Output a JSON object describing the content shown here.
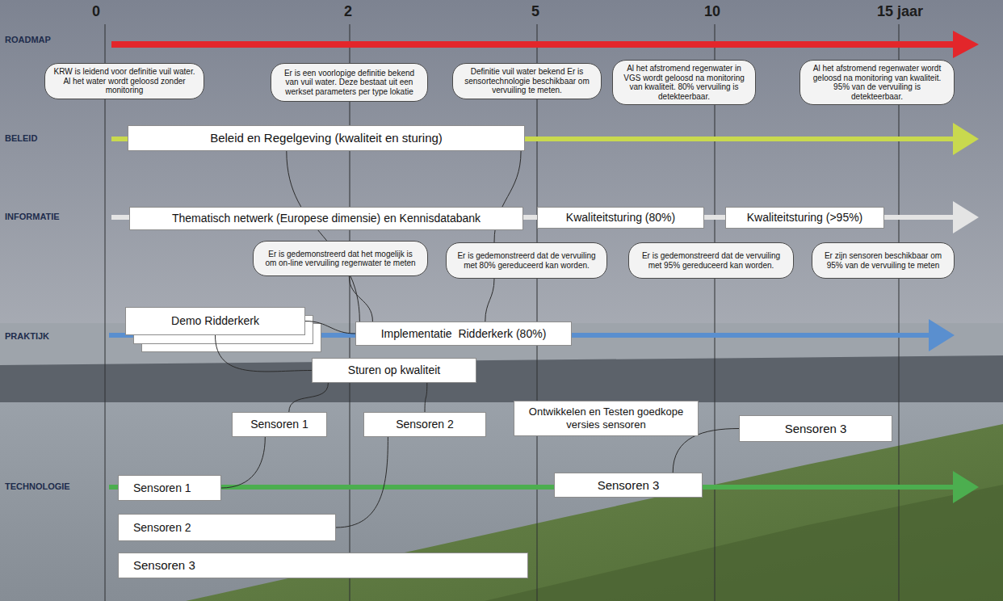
{
  "diagram": {
    "nodes": [
      {
        "text": [
          "KRW is leidend voor definitie vuil water. Al het water wordt geloosd zonder monitoring"
        ]
      },
      {
        "text": [
          "Er is een voorlopige definitie bekend van vuil water. Deze bestaat uit een werkset parameters per type lokatie"
        ]
      },
      {
        "text": [
          "Definitie vuil water bekend Er is sensortechnologie beschikbaar om vervuiling te meten."
        ]
      },
      {
        "text": [
          "Al het afstromend regenwater in VGS wordt geloosd na monitoring van kwaliteit. 80% vervuiling is detekteerbaar."
        ]
      },
      {
        "text": [
          "Al het afstromend regenwater wordt geloosd na monitoring van kwaliteit. 95% van de vervuiling is detekteerbaar."
        ]
      },
      {
        "text": [
          "Beleid en Regelgeving (kwaliteit en sturing)"
        ]
      },
      {
        "text": [
          "Thematisch netwerk (Europese dimensie) en Kennisdatabank"
        ]
      },
      {
        "text": [
          "Kwaliteitsturing (80%)"
        ]
      },
      {
        "text": [
          "Kwaliteitsturing (>95%)"
        ]
      },
      {
        "text": [
          "Er is gedemonstreerd dat het mogelijk is om on-line vervuiling regenwater te meten"
        ]
      },
      {
        "text": [
          "Er is gedemonstreerd dat de vervuiling met 80% gereduceerd kan worden."
        ]
      },
      {
        "text": [
          "Er is gedemonstreerd dat de vervuiling met 95% gereduceerd kan worden."
        ]
      },
      {
        "text": [
          "Er zijn sensoren beschikbaar om 95% van de vervuiling te meten"
        ]
      },
      {
        "text": [
          "Demo Ridderkerk"
        ]
      },
      {
        "text": [
          "Implementatie  Ridderkerk (80%)"
        ]
      },
      {
        "text": [
          "Sturen op kwaliteit"
        ]
      },
      {
        "text": [
          "Sensoren 1"
        ]
      },
      {
        "text": [
          "Sensoren 2"
        ]
      },
      {
        "text": [
          "Ontwikkelen en Testen goedkope versies sensoren"
        ]
      },
      {
        "text": [
          "Sensoren 3"
        ]
      },
      {
        "text": [
          "Sensoren 1"
        ]
      },
      {
        "text": [
          "Sensoren 3"
        ]
      },
      {
        "text": [
          "Sensoren 2"
        ]
      },
      {
        "text": [
          "Sensoren 3"
        ]
      }
    ],
    "edges": [
      {
        "from": 20,
        "to": 16,
        "arrow": "none"
      },
      {
        "from": 16,
        "to": 15,
        "arrow": "none"
      },
      {
        "from": 13,
        "to": 15,
        "arrow": "none"
      },
      {
        "from": 13,
        "to": 14,
        "arrow": "none"
      },
      {
        "from": 5,
        "to": 14,
        "arrow": "none"
      },
      {
        "from": 9,
        "to": 14,
        "arrow": "none"
      },
      {
        "from": 22,
        "to": 17,
        "arrow": "none"
      },
      {
        "from": 17,
        "to": 15,
        "arrow": "none"
      },
      {
        "from": 10,
        "to": 14,
        "arrow": "none"
      },
      {
        "from": 21,
        "to": 19,
        "arrow": "none"
      },
      {
        "from": 5,
        "to": 10,
        "arrow": "none"
      }
    ],
    "labels": [
      "0",
      "2",
      "5",
      "10",
      "15 jaar",
      "ROADMAP",
      "BELEID",
      "INFORMATIE",
      "PRAKTIJK",
      "TECHNOLOGIE"
    ]
  }
}
